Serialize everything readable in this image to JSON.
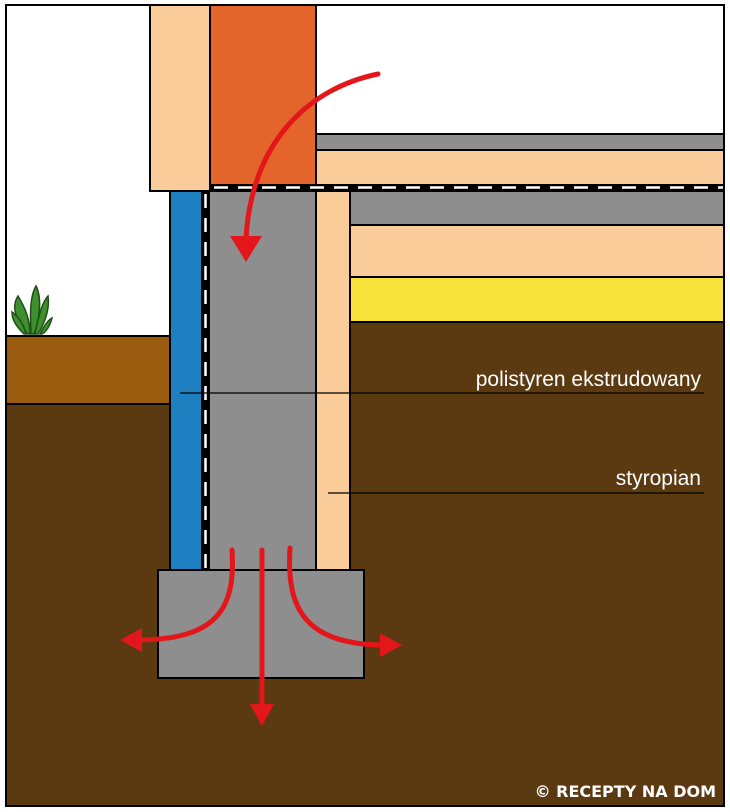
{
  "labels": {
    "xps": "polistyren ekstrudowany",
    "eps": "styropian"
  },
  "watermark": "© RECEPTY NA DOM",
  "colors": {
    "soil_dark": "#5b3a12",
    "soil_surface": "#9a5b0f",
    "concrete": "#8e8e8e",
    "brick": "#e4652b",
    "insulation_beige": "#f9cc99",
    "xps_blue": "#1e7fc1",
    "yellow_layer": "#f7e33a",
    "floor_grey": "#8e8e8e",
    "arrow_red": "#e2161b",
    "plant_green": "#3f8f2e"
  }
}
